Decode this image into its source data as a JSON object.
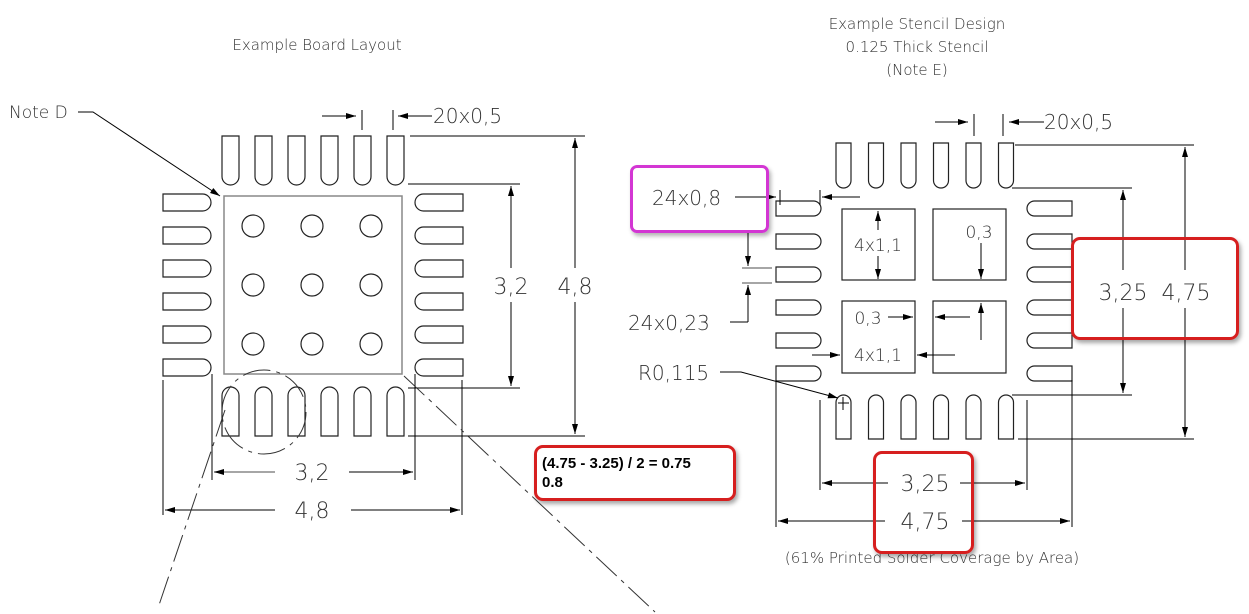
{
  "board_layout": {
    "title": "Example Board Layout",
    "note_label": "Note D",
    "pitch_label": "20x0,5",
    "inner_height_label": "3,2",
    "outer_height_label": "4,8",
    "inner_width_label": "3,2",
    "outer_width_label": "4,8",
    "pads_per_side": 6,
    "thermal_vias_grid": "3x3"
  },
  "stencil_design": {
    "title_line1": "Example Stencil Design",
    "title_line2": "0.125 Thick Stencil",
    "title_line3": "(Note E)",
    "pitch_label": "20x0,5",
    "pad_length_label": "24x0,8",
    "pad_width_label": "24x0,23",
    "corner_radius_label": "R0,115",
    "aperture_size_label_top": "4x1,1",
    "aperture_size_label_bottom": "4x1,1",
    "aperture_gap_label_top": "0,3",
    "aperture_gap_label_bottom": "0,3",
    "inner_height_label": "3,25",
    "outer_height_label": "4,75",
    "inner_width_label": "3,25",
    "outer_width_label": "4,75",
    "coverage_note": "(61% Printed Solder Coverage by Area)"
  },
  "annotation": {
    "line1": "(4.75 - 3.25) / 2 = 0.75",
    "line2": "0.8",
    "highlight_color": "#d61f1f",
    "magenta_color": "#d336d3"
  }
}
